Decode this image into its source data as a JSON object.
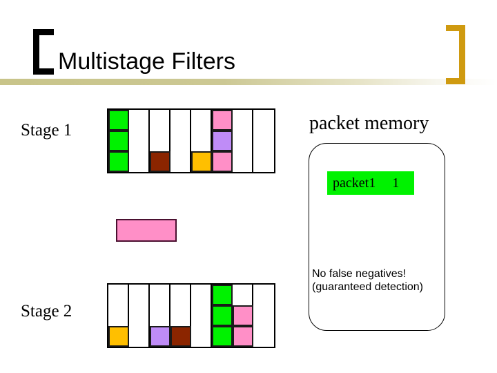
{
  "slide": {
    "title": "Multistage Filters",
    "decor": {
      "bracket_left_color": "#000000",
      "bracket_right_color": "#cf9a10",
      "rule_color": "#c8c489"
    }
  },
  "palette": {
    "green": "#00F200",
    "pink": "#FF8FC7",
    "purple": "#BF8CF7",
    "orange": "#FFBF00",
    "brown": "#8B2500",
    "white": "#FFFFFF",
    "border": "#000000"
  },
  "stages": [
    {
      "label": "Stage 1",
      "columns": 8,
      "rows": 3,
      "cells": [
        [
          "green",
          "white",
          "white",
          "white",
          "white",
          "pink",
          "white",
          "white"
        ],
        [
          "green",
          "white",
          "white",
          "white",
          "white",
          "purple",
          "white",
          "white"
        ],
        [
          "green",
          "white",
          "brown",
          "white",
          "orange",
          "pink",
          "white",
          "white"
        ]
      ]
    },
    {
      "label": "Stage 2",
      "columns": 8,
      "rows": 3,
      "cells": [
        [
          "white",
          "white",
          "white",
          "white",
          "white",
          "green",
          "white",
          "white"
        ],
        [
          "white",
          "white",
          "white",
          "white",
          "white",
          "green",
          "pink",
          "white"
        ],
        [
          "orange",
          "white",
          "purple",
          "brown",
          "white",
          "green",
          "pink",
          "white"
        ]
      ]
    }
  ],
  "counter_bar": {
    "color": "pink",
    "label": ""
  },
  "memory": {
    "title": "packet memory",
    "entries": [
      {
        "name": "packet1",
        "count": "1"
      }
    ]
  },
  "note": {
    "line1": "No false negatives!",
    "line2": "(guaranteed detection)"
  }
}
